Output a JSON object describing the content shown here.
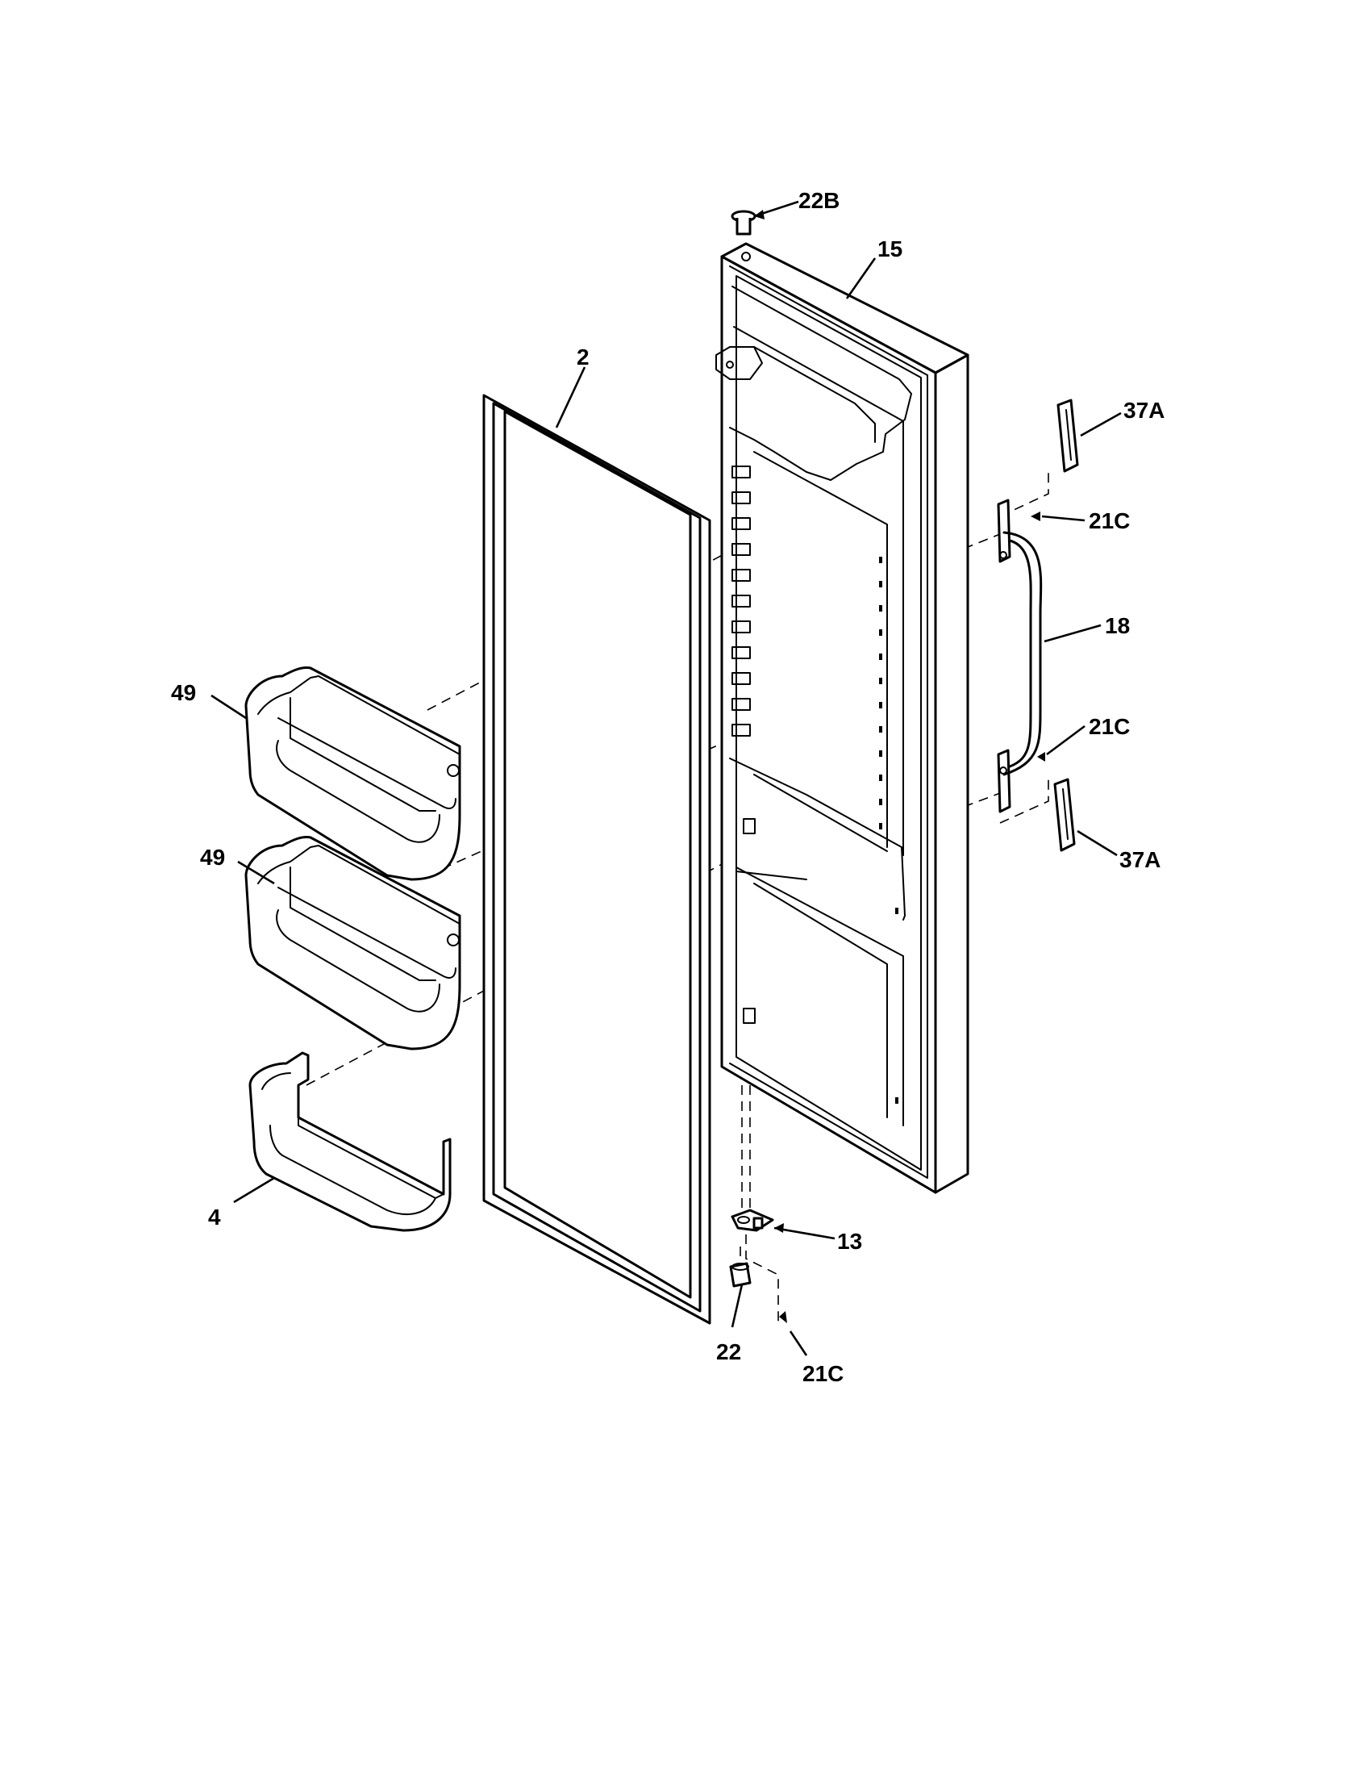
{
  "labels": {
    "p22b": "22B",
    "p15": "15",
    "p2": "2",
    "p37a_top": "37A",
    "p21c_top": "21C",
    "p18": "18",
    "p21c_mid": "21C",
    "p37a_bot": "37A",
    "p49_top": "49",
    "p49_bot": "49",
    "p4": "4",
    "p13": "13",
    "p22": "22",
    "p21c_bot": "21C"
  },
  "colors": {
    "line": "#000000",
    "background": "#ffffff"
  }
}
